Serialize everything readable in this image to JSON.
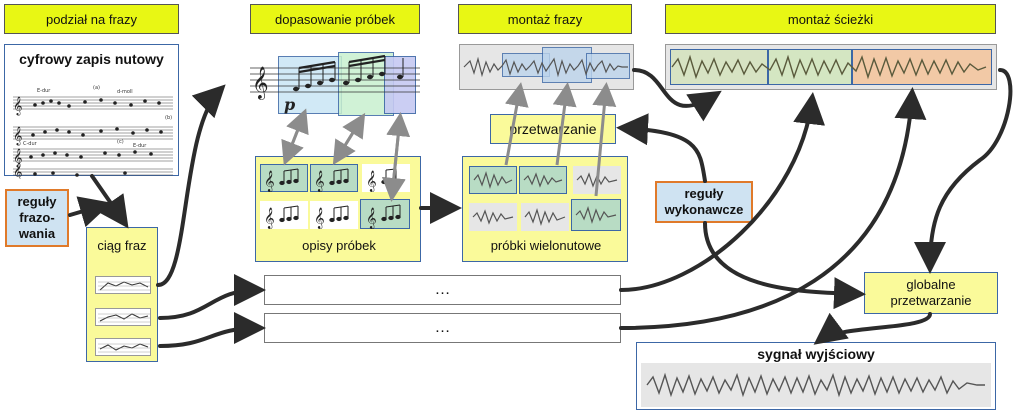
{
  "headers": {
    "phrase_split": "podział na frazy",
    "sample_match": "dopasowanie próbek",
    "phrase_montage": "montaż frazy",
    "track_montage": "montaż ścieżki"
  },
  "score": {
    "title": "cyfrowy zapis nutowy",
    "annotations": [
      "E-dur",
      "(a)",
      "d-moll",
      "(b)",
      "C-dur",
      "(c)",
      "E-dur"
    ]
  },
  "rules": {
    "phrasing": "reguły\nfrazo-\nwania",
    "performance": "reguły\nwykonawcze"
  },
  "phrase_sequence": {
    "label": "ciąg fraz"
  },
  "sample_descriptions": {
    "label": "opisy próbek"
  },
  "multinote_samples": {
    "label": "próbki wielonutowe"
  },
  "processing": {
    "label": "przetwarzanie"
  },
  "global_processing": {
    "label": "globalne\nprzetwarzanie"
  },
  "output": {
    "label": "sygnał wyjściowy"
  },
  "ellipsis": [
    "…",
    "…"
  ],
  "colors": {
    "header": "#e8f714",
    "box_fill": "#fafa9a",
    "box_border": "#3c67a6",
    "rule_border": "#e07a2a",
    "rule_fill": "#cfe3f2",
    "arrow": "#2b2b2b",
    "dashed_arrow": "#8c8c8c",
    "track_green": "#cfe4b0",
    "track_orange": "#f2c9a6"
  }
}
